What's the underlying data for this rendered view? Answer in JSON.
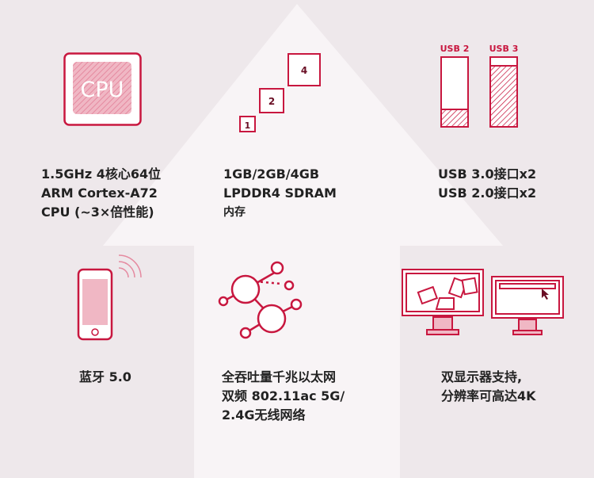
{
  "accent": "#c8173f",
  "features": [
    {
      "icon": "cpu-icon",
      "icon_text": "CPU",
      "lines": [
        "1.5GHz 4核心64位",
        "ARM Cortex-A72",
        "CPU (~3×倍性能)"
      ]
    },
    {
      "icon": "memory-icon",
      "chips": [
        "1",
        "2",
        "4"
      ],
      "lines": [
        "1GB/2GB/4GB",
        "LPDDR4 SDRAM",
        "内存"
      ]
    },
    {
      "icon": "usb-icon",
      "ports": [
        "USB 2",
        "USB 3"
      ],
      "lines": [
        "USB 3.0接口x2",
        "USB 2.0接口x2"
      ]
    },
    {
      "icon": "bluetooth-phone-icon",
      "lines": [
        "蓝牙 5.0"
      ]
    },
    {
      "icon": "network-icon",
      "lines": [
        "全吞吐量千兆以太网",
        "双频 802.11ac 5G/",
        "2.4G无线网络"
      ]
    },
    {
      "icon": "dual-display-icon",
      "lines": [
        "双显示器支持,",
        "分辨率可高达4K"
      ]
    }
  ]
}
